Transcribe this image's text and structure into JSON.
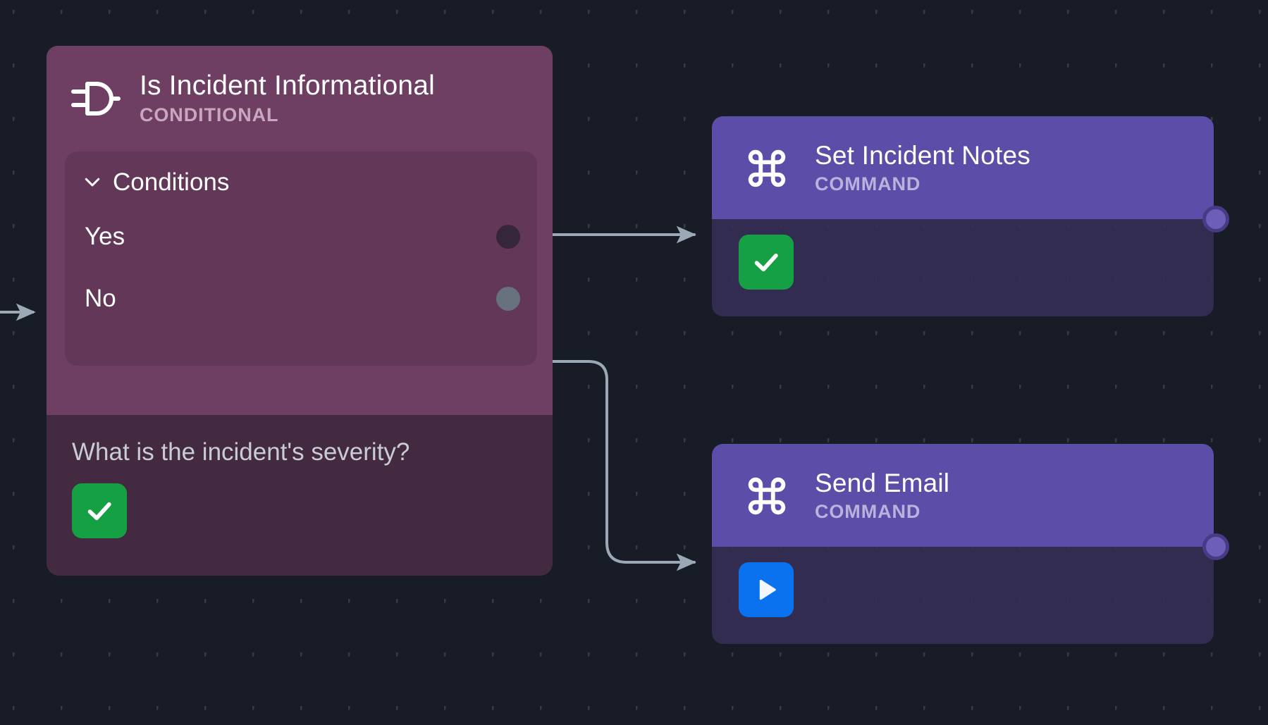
{
  "canvas": {
    "background_color": "#181c26",
    "grid_dot_color": "#3a3a40"
  },
  "nodes": [
    {
      "id": "is-incident-informational",
      "title": "Is Incident Informational",
      "kind": "CONDITIONAL",
      "icon": "logic-gate-icon",
      "color": "#6e3f63",
      "conditions": {
        "label": "Conditions",
        "expanded": true,
        "chevron": "chevron-down-icon",
        "rows": [
          {
            "label": "Yes",
            "port_color": "#35263a"
          },
          {
            "label": "No",
            "port_color": "#68717e"
          }
        ]
      },
      "footer": {
        "question": "What is the incident's severity?",
        "badge": {
          "type": "check",
          "icon": "check-icon",
          "color": "#15a044"
        }
      }
    },
    {
      "id": "set-incident-notes",
      "title": "Set Incident Notes",
      "kind": "COMMAND",
      "icon": "command-icon",
      "color": "#5b4da8",
      "output_port_color": "#6d5fb8",
      "footer": {
        "badge": {
          "type": "check",
          "icon": "check-icon",
          "color": "#15a044"
        }
      }
    },
    {
      "id": "send-email",
      "title": "Send Email",
      "kind": "COMMAND",
      "icon": "command-icon",
      "color": "#5b4da8",
      "output_port_color": "#6d5fb8",
      "footer": {
        "badge": {
          "type": "play",
          "icon": "play-icon",
          "color": "#0b72ef"
        }
      }
    }
  ],
  "edges": [
    {
      "id": "edge-incoming",
      "from": "canvas-left",
      "to": "is-incident-informational",
      "color": "#9ba8b5"
    },
    {
      "id": "edge-yes",
      "from": "is-incident-informational:Yes",
      "to": "set-incident-notes",
      "color": "#9ba8b5"
    },
    {
      "id": "edge-no",
      "from": "is-incident-informational:No",
      "to": "send-email",
      "color": "#9ba8b5"
    }
  ]
}
